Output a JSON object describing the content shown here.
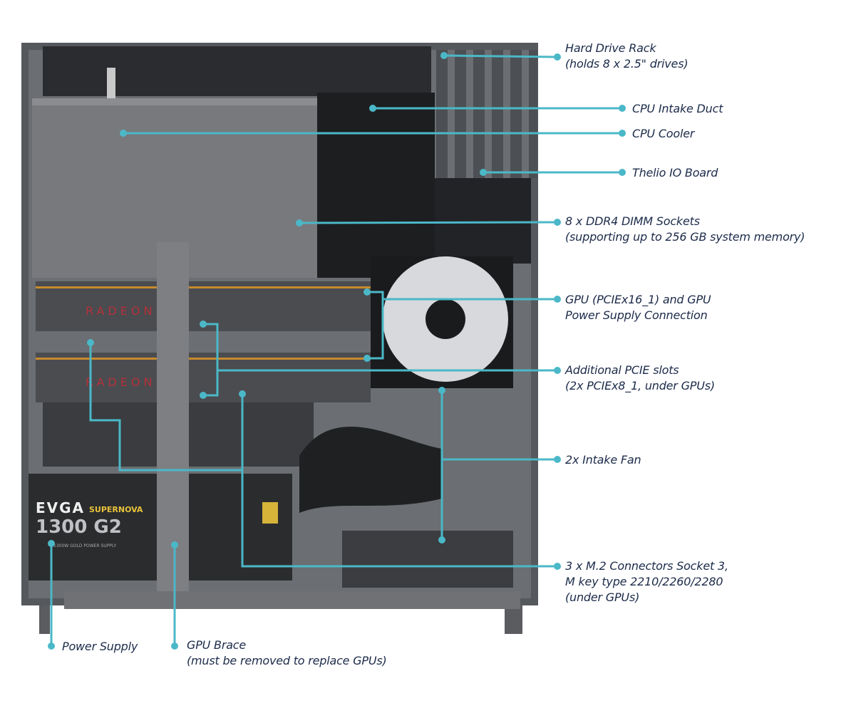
{
  "colors": {
    "leader": "#4bb8c8",
    "text": "#1c2b4a",
    "case": "#5f6266"
  },
  "photo": {
    "psu_brand": "EVGA",
    "psu_series": "SUPERNOVA",
    "psu_model": "1300 G2",
    "psu_caption": "1300W GOLD POWER SUPPLY",
    "gpu_brand": "RADEON"
  },
  "labels": [
    {
      "id": "hard-drive-rack",
      "lines": [
        "Hard Drive Rack",
        "(holds 8 x 2.5\" drives)"
      ]
    },
    {
      "id": "cpu-intake-duct",
      "lines": [
        "CPU Intake Duct"
      ]
    },
    {
      "id": "cpu-cooler",
      "lines": [
        "CPU Cooler"
      ]
    },
    {
      "id": "thelio-io-board",
      "lines": [
        "Thelio IO Board"
      ]
    },
    {
      "id": "dimm-sockets",
      "lines": [
        "8 x DDR4 DIMM Sockets",
        "(supporting up to 256 GB system memory)"
      ]
    },
    {
      "id": "gpu",
      "lines": [
        "GPU (PCIEx16_1) and GPU",
        "Power Supply Connection"
      ]
    },
    {
      "id": "pcie-slots",
      "lines": [
        "Additional PCIE slots",
        "(2x PCIEx8_1, under GPUs)"
      ]
    },
    {
      "id": "intake-fan",
      "lines": [
        "2x Intake Fan"
      ]
    },
    {
      "id": "m2-connectors",
      "lines": [
        "3 x M.2 Connectors Socket 3,",
        "M key type 2210/2260/2280",
        "(under GPUs)"
      ]
    },
    {
      "id": "power-supply",
      "lines": [
        "Power Supply"
      ]
    },
    {
      "id": "gpu-brace",
      "lines": [
        "GPU Brace",
        "(must be removed to replace GPUs)"
      ]
    }
  ]
}
